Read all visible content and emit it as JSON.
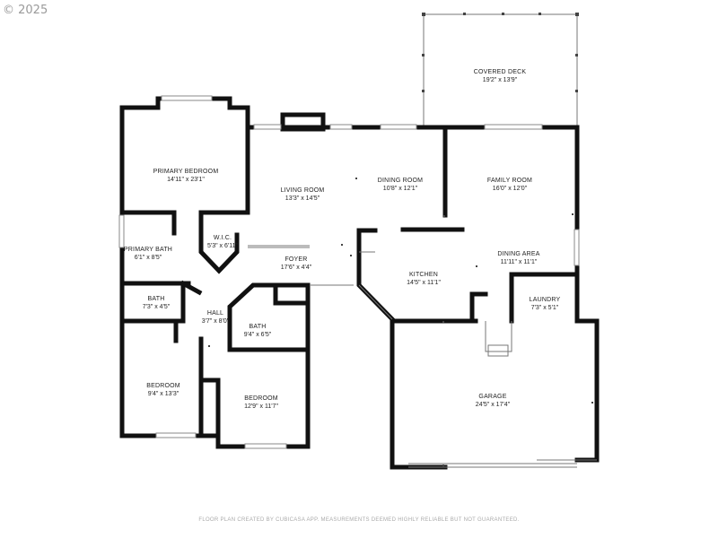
{
  "copyright": "© 2025",
  "footer": "FLOOR PLAN CREATED BY CUBICASA APP. MEASUREMENTS DEEMED HIGHLY RELIABLE BUT NOT GUARANTEED.",
  "rooms": {
    "covered_deck": {
      "name": "COVERED DECK",
      "dim": "19'2\" x 13'9\""
    },
    "primary_bedroom": {
      "name": "PRIMARY BEDROOM",
      "dim": "14'11\" x 23'1\""
    },
    "living_room": {
      "name": "LIVING ROOM",
      "dim": "13'3\" x 14'5\""
    },
    "dining_room": {
      "name": "DINING ROOM",
      "dim": "10'8\" x 12'1\""
    },
    "family_room": {
      "name": "FAMILY ROOM",
      "dim": "16'0\" x 12'0\""
    },
    "wic": {
      "name": "W.I.C.",
      "dim": "5'3\" x 6'11\""
    },
    "primary_bath": {
      "name": "PRIMARY BATH",
      "dim": "6'1\" x 8'5\""
    },
    "foyer": {
      "name": "FOYER",
      "dim": "17'6\" x 4'4\""
    },
    "dining_area": {
      "name": "DINING AREA",
      "dim": "11'11\" x 11'1\""
    },
    "kitchen": {
      "name": "KITCHEN",
      "dim": "14'5\" x 11'1\""
    },
    "bath_small": {
      "name": "BATH",
      "dim": "7'3\" x 4'5\""
    },
    "laundry": {
      "name": "LAUNDRY",
      "dim": "7'3\" x 5'1\""
    },
    "hall": {
      "name": "HALL",
      "dim": "3'7\" x 8'0\""
    },
    "bath_2": {
      "name": "BATH",
      "dim": "9'4\" x 6'5\""
    },
    "bedroom_1": {
      "name": "BEDROOM",
      "dim": "9'4\" x 13'3\""
    },
    "bedroom_2": {
      "name": "BEDROOM",
      "dim": "12'9\" x 11'7\""
    },
    "garage": {
      "name": "GARAGE",
      "dim": "24'5\" x 17'4\""
    }
  }
}
